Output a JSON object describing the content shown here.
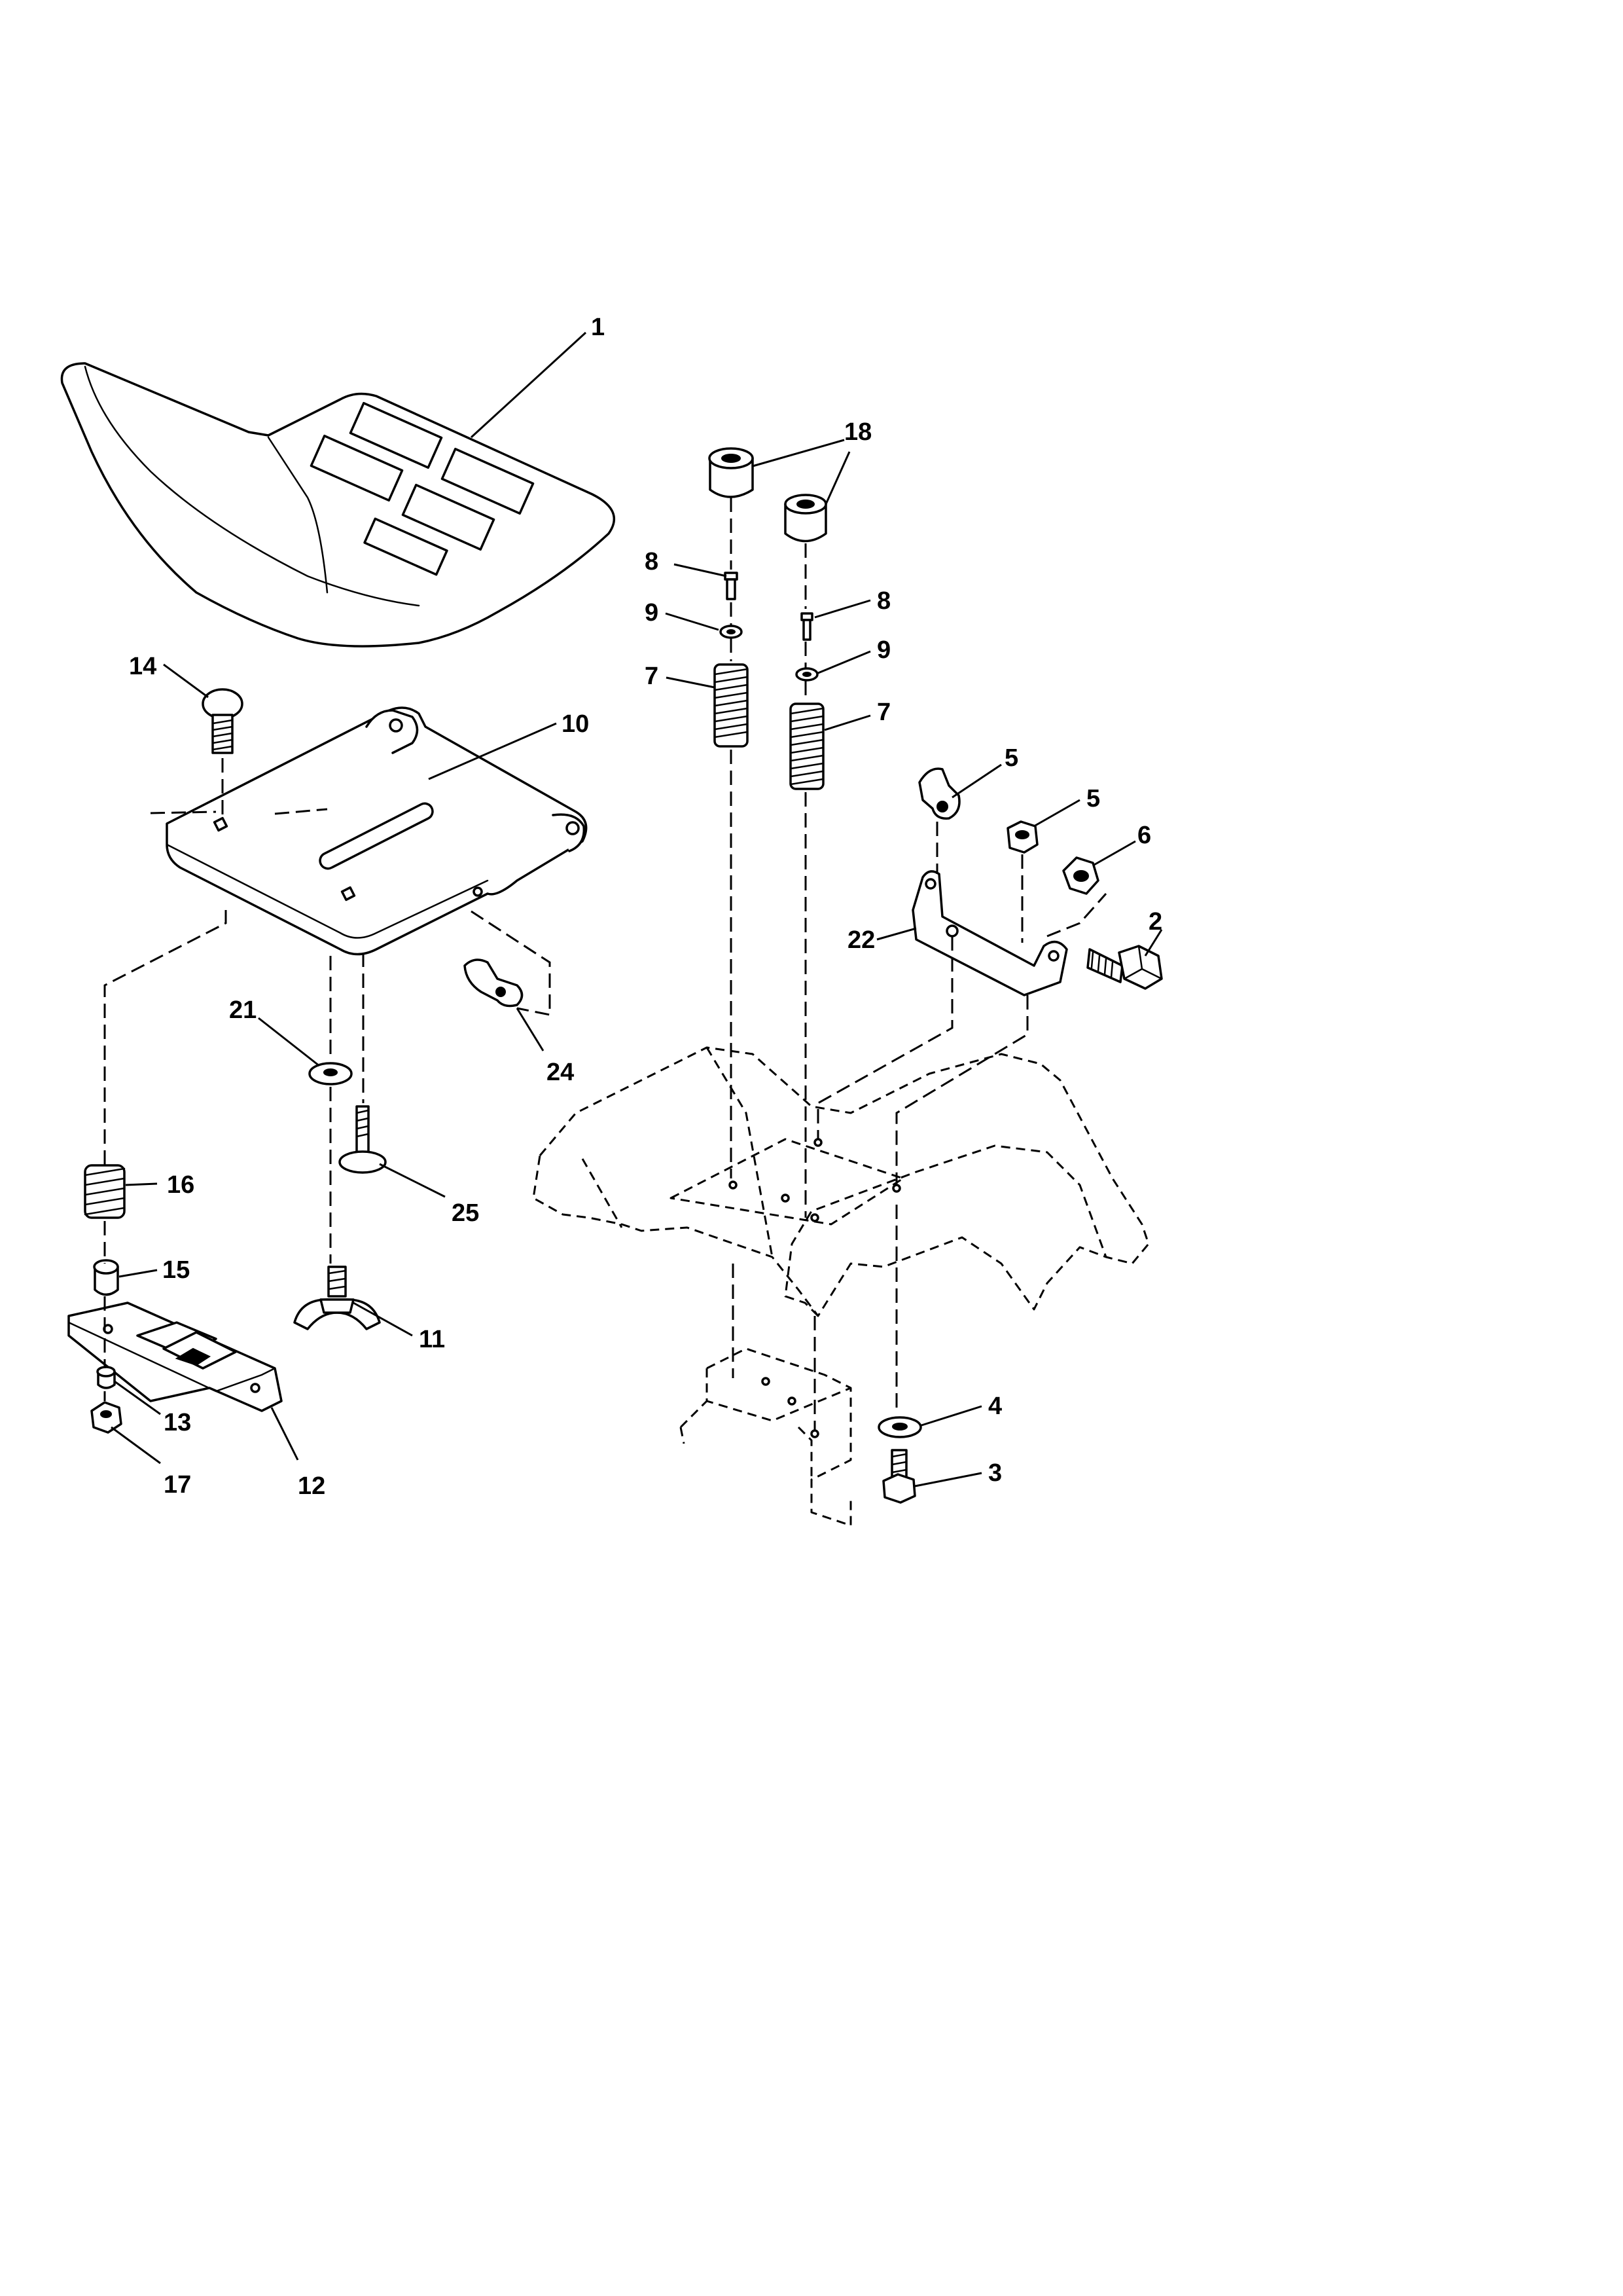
{
  "diagram": {
    "callouts": [
      {
        "id": "c1",
        "label": "1"
      },
      {
        "id": "c18",
        "label": "18"
      },
      {
        "id": "c8a",
        "label": "8"
      },
      {
        "id": "c8b",
        "label": "8"
      },
      {
        "id": "c9a",
        "label": "9"
      },
      {
        "id": "c9b",
        "label": "9"
      },
      {
        "id": "c7a",
        "label": "7"
      },
      {
        "id": "c7b",
        "label": "7"
      },
      {
        "id": "c14",
        "label": "14"
      },
      {
        "id": "c10",
        "label": "10"
      },
      {
        "id": "c5a",
        "label": "5"
      },
      {
        "id": "c5b",
        "label": "5"
      },
      {
        "id": "c6",
        "label": "6"
      },
      {
        "id": "c22",
        "label": "22"
      },
      {
        "id": "c2",
        "label": "2"
      },
      {
        "id": "c21",
        "label": "21"
      },
      {
        "id": "c24",
        "label": "24"
      },
      {
        "id": "c25",
        "label": "25"
      },
      {
        "id": "c16",
        "label": "16"
      },
      {
        "id": "c15",
        "label": "15"
      },
      {
        "id": "c11",
        "label": "11"
      },
      {
        "id": "c4",
        "label": "4"
      },
      {
        "id": "c3",
        "label": "3"
      },
      {
        "id": "c13",
        "label": "13"
      },
      {
        "id": "c12",
        "label": "12"
      },
      {
        "id": "c17",
        "label": "17"
      }
    ]
  }
}
